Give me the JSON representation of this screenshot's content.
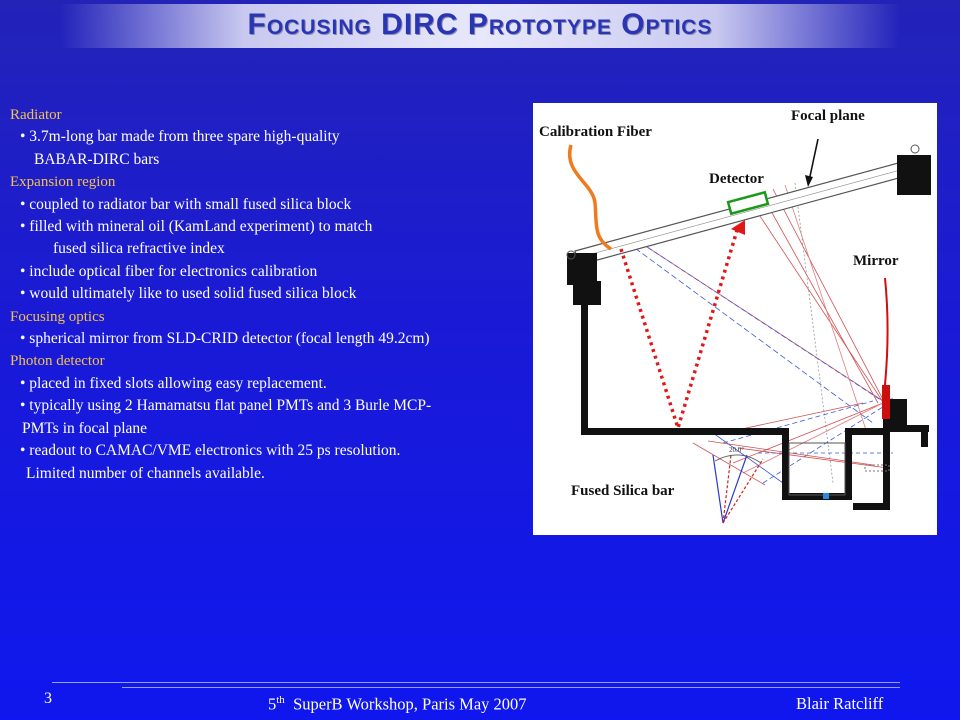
{
  "title": "Focusing DIRC Prototype Optics",
  "sections": [
    {
      "heading": "Radiator",
      "lines": [
        "• 3.7m-long bar made from three spare high-quality",
        "BABAR-DIRC bars"
      ]
    },
    {
      "heading": "Expansion region",
      "lines": [
        "• coupled to radiator bar with small fused silica block",
        "• filled with mineral oil (KamLand experiment) to match",
        "fused silica refractive index",
        "• include optical fiber for electronics calibration",
        "• would ultimately like to used solid fused silica block"
      ]
    },
    {
      "heading": "Focusing optics",
      "lines": [
        "• spherical mirror from SLD-CRID detector (focal length 49.2cm)"
      ]
    },
    {
      "heading": "Photon detector",
      "lines": [
        "• placed in fixed slots allowing easy replacement.",
        "• typically using 2 Hamamatsu flat panel PMTs and 3 Burle MCP-",
        "PMTs in focal plane",
        "• readout to CAMAC/VME electronics with 25 ps resolution.",
        "Limited number of channels available."
      ]
    }
  ],
  "diagram": {
    "label_calibration": "Calibration Fiber",
    "label_focal_plane": "Focal plane",
    "label_detector": "Detector",
    "label_mirror": "Mirror",
    "label_fused_silica": "Fused Silica bar",
    "label_angle": "20.0°"
  },
  "colors": {
    "accent": "#f2c24e",
    "fiber": "#f07a1e",
    "ray": "#e21818",
    "blue_ray": "#2a3ad0"
  },
  "footer": {
    "page": "3",
    "ord": "5",
    "sup": "th",
    "event": "SuperB Workshop, Paris May 2007",
    "author": "Blair Ratcliff"
  }
}
